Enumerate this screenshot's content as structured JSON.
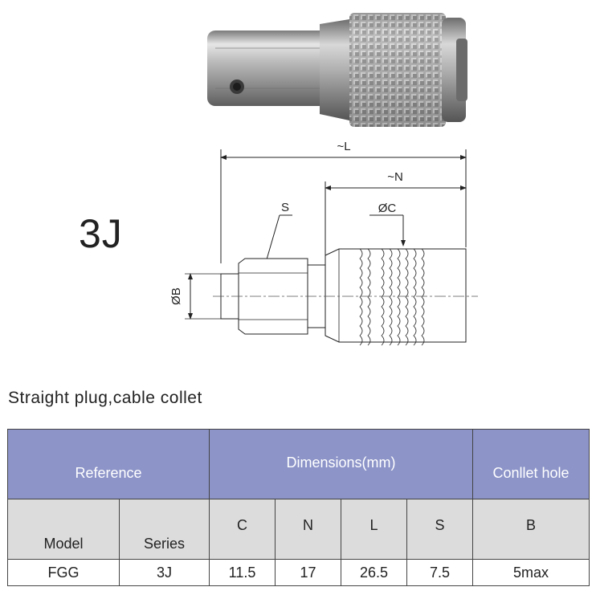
{
  "product_code": "3J",
  "caption": "Straight plug,cable collet",
  "drawing_labels": {
    "length_total": "~L",
    "length_nut": "~N",
    "diameter_c": "ØC",
    "wrench_s": "S",
    "diameter_b": "ØB"
  },
  "table": {
    "header": {
      "reference": "Reference",
      "dimensions": "Dimensions(mm)",
      "collet_hole": "Conllet hole"
    },
    "subheader": {
      "model": "Model",
      "series": "Series",
      "c": "C",
      "n": "N",
      "l": "L",
      "s": "S",
      "b": "B"
    },
    "row": {
      "model": "FGG",
      "series": "3J",
      "c": "11.5",
      "n": "17",
      "l": "26.5",
      "s": "7.5",
      "b": "5max"
    }
  }
}
